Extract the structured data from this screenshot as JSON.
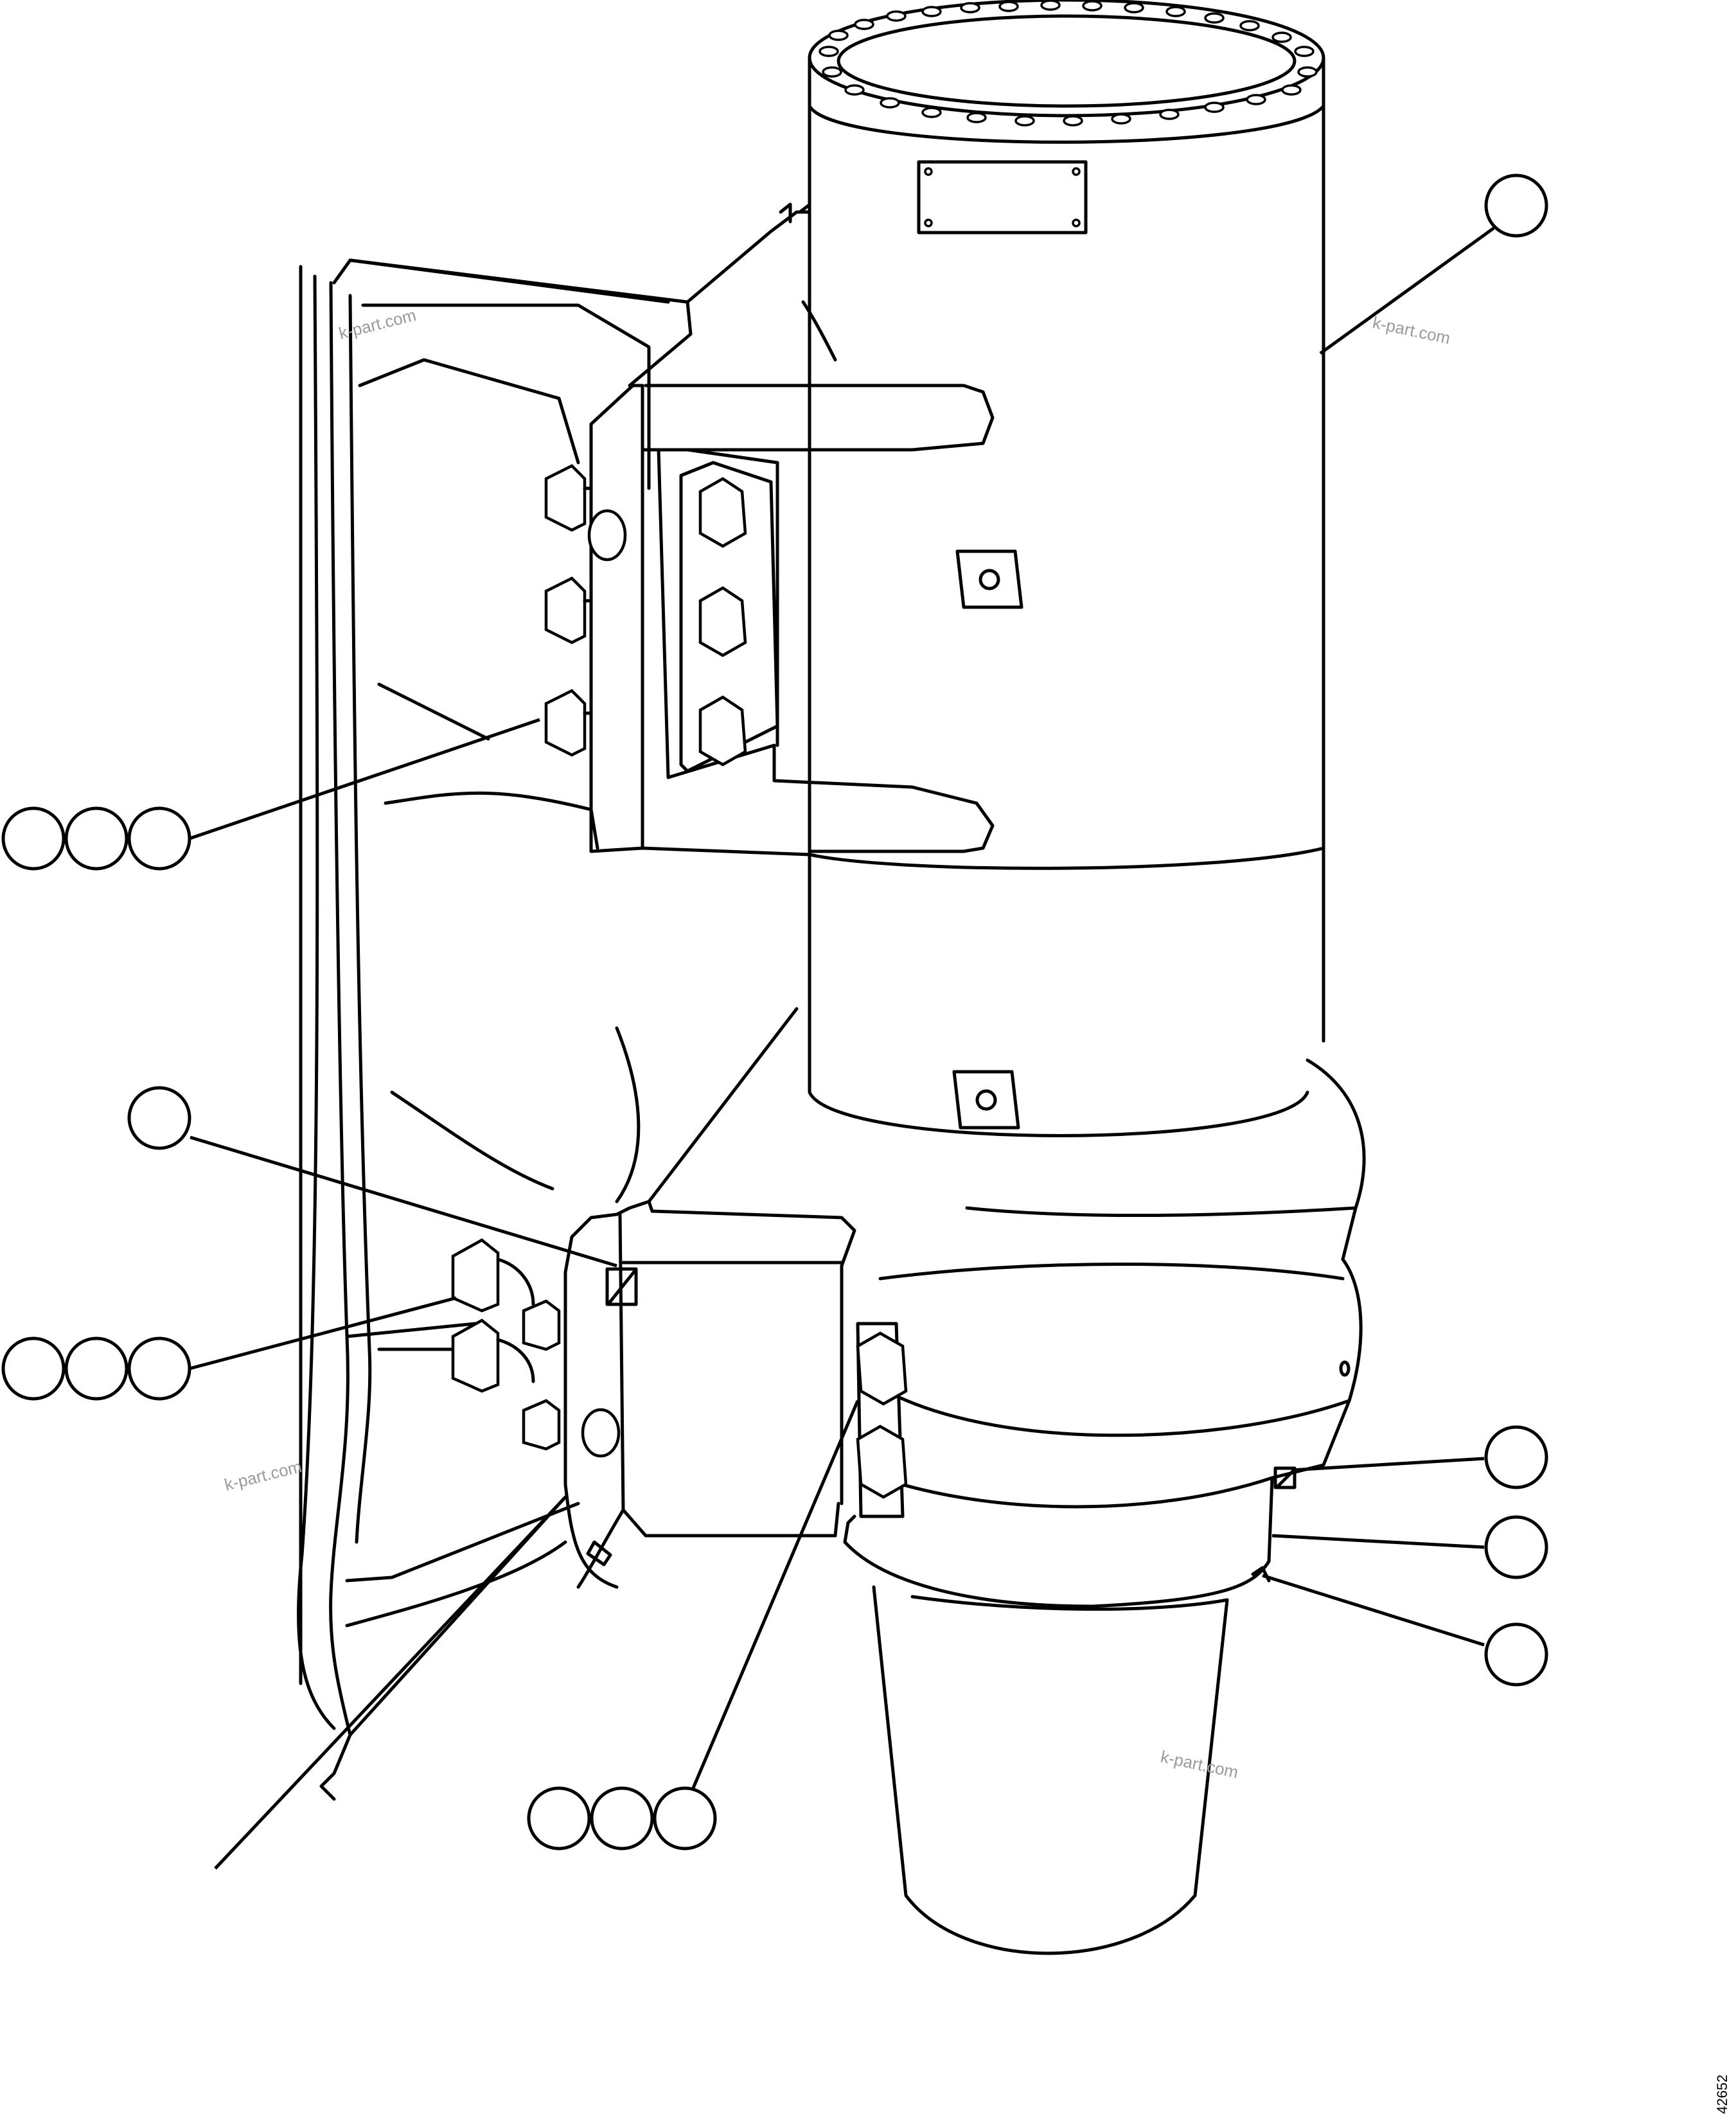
{
  "diagram": {
    "watermarks": [
      "k-part.com",
      "k-part.com",
      "k-part.com",
      "k-part.com"
    ],
    "figure_number": "42652"
  },
  "callouts": [
    {
      "id": "cylinder-body",
      "label": ""
    },
    {
      "id": "upper-bolt-group-1",
      "label": ""
    },
    {
      "id": "upper-bolt-group-2",
      "label": ""
    },
    {
      "id": "upper-bolt-group-3",
      "label": ""
    },
    {
      "id": "block-marker",
      "label": ""
    },
    {
      "id": "lower-bolt-group-1",
      "label": ""
    },
    {
      "id": "lower-bolt-group-2",
      "label": ""
    },
    {
      "id": "lower-bolt-group-3",
      "label": ""
    },
    {
      "id": "front-bolt-group-1",
      "label": ""
    },
    {
      "id": "front-bolt-group-2",
      "label": ""
    },
    {
      "id": "front-bolt-group-3",
      "label": ""
    },
    {
      "id": "set-screw",
      "label": ""
    },
    {
      "id": "seal-ring",
      "label": ""
    },
    {
      "id": "rod-collar",
      "label": ""
    }
  ]
}
